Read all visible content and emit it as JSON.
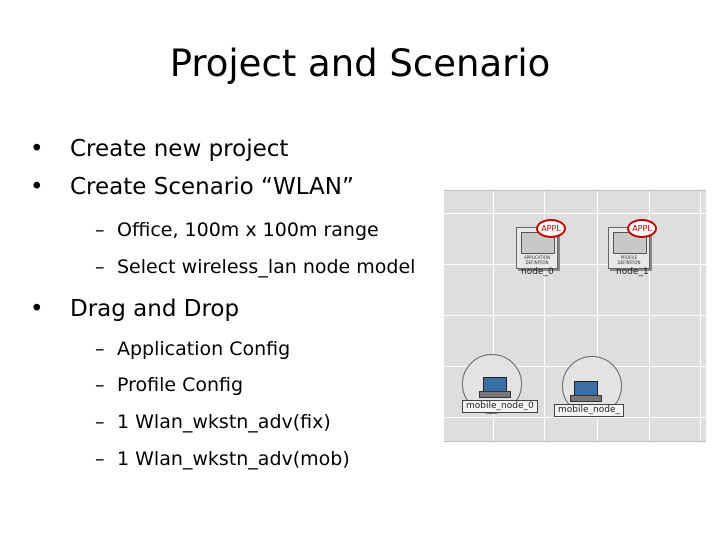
{
  "title": "Project and Scenario",
  "bullets": {
    "b1": "Create new project",
    "b2": "Create Scenario “WLAN”",
    "b2_sub1": "Office, 100m x 100m range",
    "b2_sub2": "Select wireless_lan node model",
    "b3": "Drag and Drop",
    "b3_sub1": "Application Config",
    "b3_sub2": "Profile Config",
    "b3_sub3": "1 Wlan_wkstn_adv(fix)",
    "b3_sub4": "1 Wlan_wkstn_adv(mob)"
  },
  "markers": {
    "level1": "•",
    "level2": "–"
  },
  "canvas": {
    "app_badge": "APPL",
    "app_caption": "APPLICATION DEFINITION",
    "profile_caption": "PROFILE DEFINITION",
    "node_app": "node_0",
    "node_profile": "node_1",
    "mobile_0": "mobile_node_0",
    "mobile_1": "mobile_node_"
  }
}
